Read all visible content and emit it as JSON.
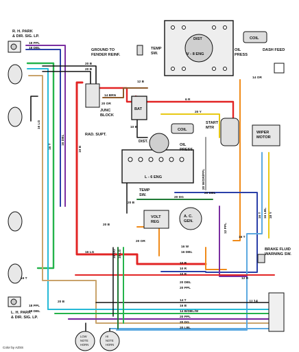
{
  "components": {
    "rh_lamp": [
      "R. H. PARK",
      "& DIR. SIG. LP."
    ],
    "lh_lamp": [
      "L. H. PARK",
      "& DIR. SIG. LP."
    ],
    "ground": [
      "GROUND TO",
      "FENDER REINF."
    ],
    "temp_top": [
      "TEMP",
      "SW."
    ],
    "coil_top": "COIL",
    "dist_top": "DIST",
    "v8": "V - 8 ENG",
    "oil_press_top": [
      "OIL",
      "PRESS"
    ],
    "dash_feed": "DASH FEED",
    "junc": [
      "JUNC",
      "BLOCK"
    ],
    "bat": "BAT",
    "rad": "RAD. SUPT.",
    "coil_mid": "COIL",
    "dist_mid": "DIST.",
    "oil_press_mid": [
      "OIL",
      "PRESS"
    ],
    "l6": "L - 6 ENG",
    "temp_mid": [
      "TEMP",
      "SW."
    ],
    "start_mtr": [
      "START",
      "MTR"
    ],
    "wiper": [
      "WIPER",
      "MOTOR"
    ],
    "volt_reg": [
      "VOLT",
      "REG"
    ],
    "ac_gen": [
      "A. C.",
      "GEN."
    ],
    "brake": [
      "BRAKE FLUID",
      "WARNING SW."
    ],
    "u14": "U 14",
    "horn_low": [
      "LOW",
      "NOTE",
      "HORN"
    ],
    "horn_high": [
      "HI",
      "NOTE",
      "HORN"
    ],
    "credit": "Color by AZSS"
  },
  "wire_labels": {
    "ppl_18": "18 PPL",
    "dbl_18": "18 DBL",
    "lg_16": "16 LG",
    "t_16": "16 T",
    "dbl_16": "16 DBL",
    "b_20": "20 B",
    "b_12": "12 B",
    "b_10": "10 B",
    "brn_14": "14 BRN",
    "or_20": "20 OR",
    "r_6": "6 R",
    "y_20": "20 Y",
    "or_14": "14 OR",
    "w_or_ppl": "20 W/OR/PPL",
    "dbl_20": "20 DBL",
    "dg_20": "20 DG",
    "ppl_12": "12 PPL",
    "t_16b": "16 T",
    "lbl_16": "16 LBL",
    "y_18": "18 Y",
    "w_16": "16 W",
    "dbl_16b": "16 DBL",
    "r_10": "10 R",
    "dbl_20b": "20 DBL",
    "ppl_20": "20 PPL",
    "r_12": "12 R",
    "b_14": "14 B/DBL/W",
    "lbl_20": "20 LBL",
    "dg_16": "16 DG",
    "b_16": "16 B",
    "t_14": "14 T",
    "lg_16b": "16 LG",
    "dbl_10": "10 DBL",
    "r_14": "14 R"
  }
}
